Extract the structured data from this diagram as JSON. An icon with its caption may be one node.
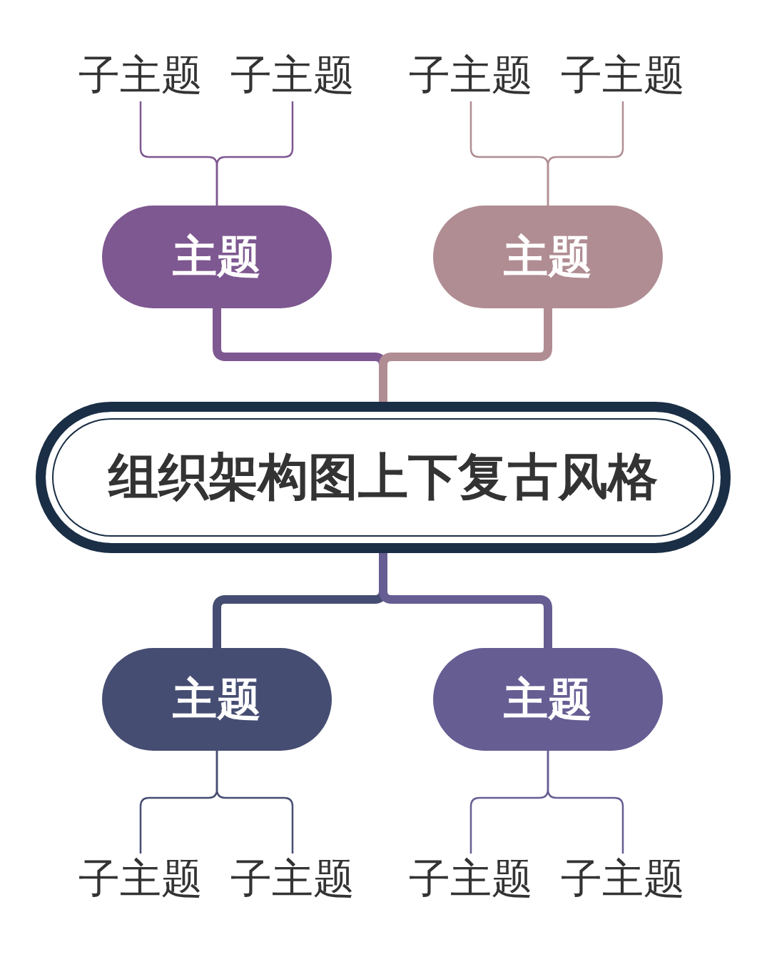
{
  "diagram": {
    "nodes": [
      {
        "text": [
          "组织架构图上下复古风格"
        ]
      },
      {
        "text": [
          "主题"
        ]
      },
      {
        "text": [
          "主题"
        ]
      },
      {
        "text": [
          "主题"
        ]
      },
      {
        "text": [
          "主题"
        ]
      },
      {
        "text": [
          "子主题"
        ]
      },
      {
        "text": [
          "子主题"
        ]
      },
      {
        "text": [
          "子主题"
        ]
      },
      {
        "text": [
          "子主题"
        ]
      },
      {
        "text": [
          "子主题"
        ]
      },
      {
        "text": [
          "子主题"
        ]
      },
      {
        "text": [
          "子主题"
        ]
      },
      {
        "text": [
          "子主题"
        ]
      }
    ],
    "edges": [
      {
        "from": 0,
        "to": 1,
        "arrow": "none",
        "style": "thick",
        "color": "#7e5891"
      },
      {
        "from": 0,
        "to": 2,
        "arrow": "none",
        "style": "thick",
        "color": "#b08d93"
      },
      {
        "from": 0,
        "to": 3,
        "arrow": "none",
        "style": "thick",
        "color": "#464d72"
      },
      {
        "from": 0,
        "to": 4,
        "arrow": "none",
        "style": "thick",
        "color": "#665d93"
      },
      {
        "from": 1,
        "to": 5,
        "arrow": "none",
        "color": "#7e5891"
      },
      {
        "from": 1,
        "to": 6,
        "arrow": "none",
        "color": "#7e5891"
      },
      {
        "from": 2,
        "to": 7,
        "arrow": "none",
        "color": "#b08d93"
      },
      {
        "from": 2,
        "to": 8,
        "arrow": "none",
        "color": "#b08d93"
      },
      {
        "from": 3,
        "to": 9,
        "arrow": "none",
        "color": "#464d72"
      },
      {
        "from": 3,
        "to": 10,
        "arrow": "none",
        "color": "#464d72"
      },
      {
        "from": 4,
        "to": 11,
        "arrow": "none",
        "color": "#665d93"
      },
      {
        "from": 4,
        "to": 12,
        "arrow": "none",
        "color": "#665d93"
      }
    ]
  }
}
